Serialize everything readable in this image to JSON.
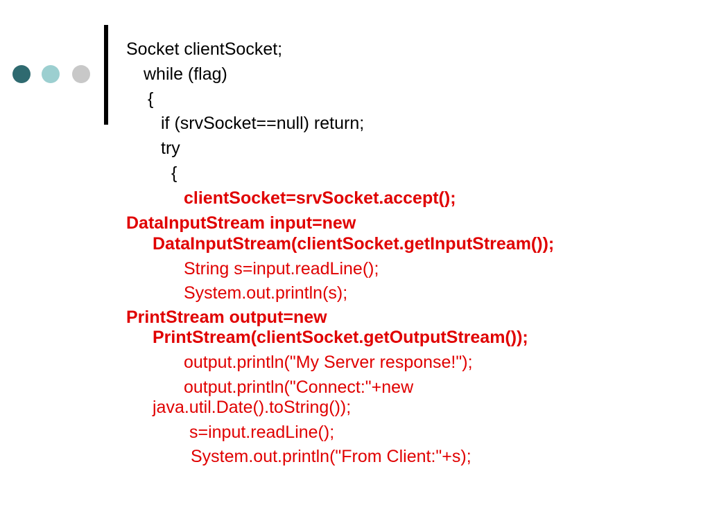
{
  "colors": {
    "dot_dark": "#2f6a70",
    "dot_mid": "#9ccfd0",
    "dot_light": "#c8c8c8",
    "accent_red": "#e00000",
    "text": "#000000"
  },
  "code_lines": [
    "Socket  clientSocket;",
    "while (flag)",
    "{",
    "if (srvSocket==null) return;",
    "try",
    "{",
    "clientSocket=srvSocket.accept();",
    "DataInputStream input=new",
    "DataInputStream(clientSocket.getInputStream());",
    "String s=input.readLine();",
    "System.out.println(s);",
    "PrintStream output=new",
    "PrintStream(clientSocket.getOutputStream());",
    "output.println(\"My Server response!\");",
    "output.println(\"Connect:\"+new",
    "java.util.Date().toString());",
    "s=input.readLine();",
    "System.out.println(\"From Client:\"+s);"
  ]
}
